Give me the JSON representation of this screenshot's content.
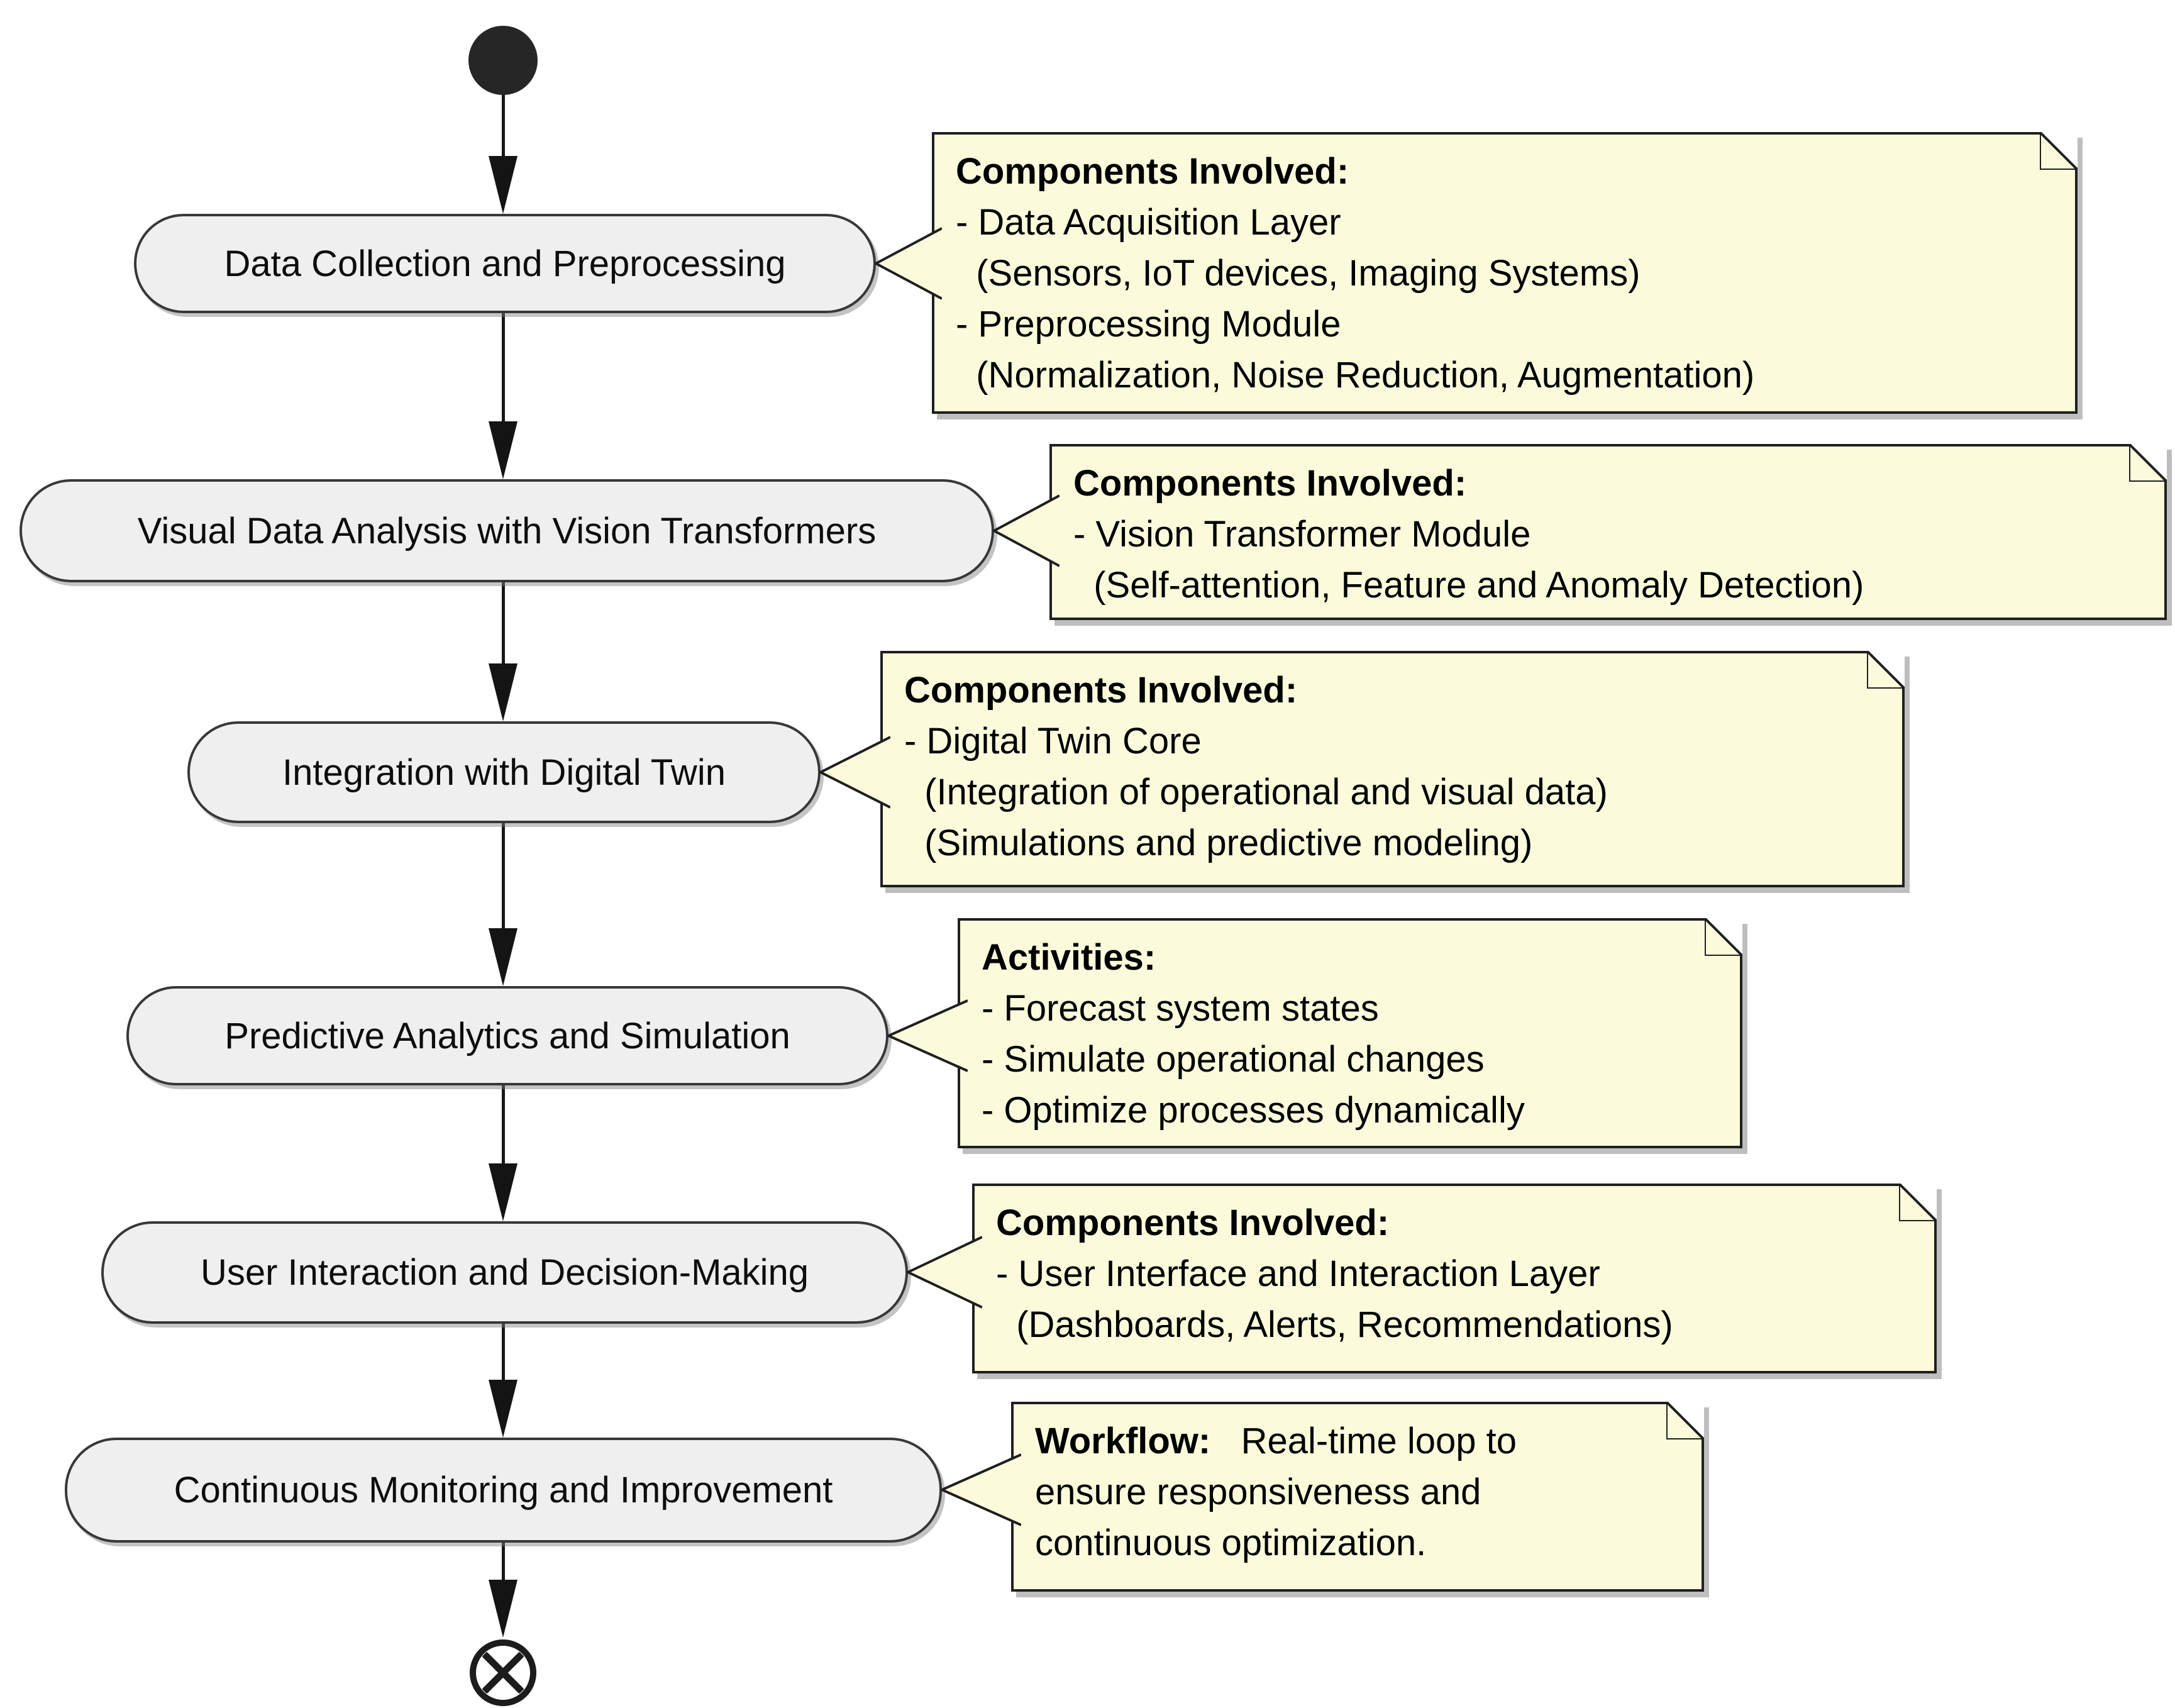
{
  "diagram": {
    "kind": "uml-activity-diagram",
    "start_node": "initial-node",
    "end_node": "flow-final-node",
    "flow_order": [
      "Data Collection and Preprocessing",
      "Visual Data Analysis with Vision Transformers",
      "Integration with Digital Twin",
      "Predictive Analytics and Simulation",
      "User Interaction and Decision-Making",
      "Continuous Monitoring and Improvement"
    ],
    "activities": [
      {
        "label": "Data Collection and Preprocessing"
      },
      {
        "label": "Visual Data Analysis with Vision Transformers"
      },
      {
        "label": "Integration with Digital Twin"
      },
      {
        "label": "Predictive Analytics and Simulation"
      },
      {
        "label": "User Interaction and Decision-Making"
      },
      {
        "label": "Continuous Monitoring and Improvement"
      }
    ],
    "notes": [
      {
        "attached_to": "Data Collection and Preprocessing",
        "lines": [
          {
            "b": "Components Involved:",
            "t": ""
          },
          {
            "t": "- Data Acquisition Layer"
          },
          {
            "t": "  (Sensors, IoT devices, Imaging Systems)"
          },
          {
            "t": "- Preprocessing Module"
          },
          {
            "t": "  (Normalization, Noise Reduction, Augmentation)"
          }
        ]
      },
      {
        "attached_to": "Visual Data Analysis with Vision Transformers",
        "lines": [
          {
            "b": "Components Involved:",
            "t": ""
          },
          {
            "t": "- Vision Transformer Module"
          },
          {
            "t": "  (Self-attention, Feature and Anomaly Detection)"
          }
        ]
      },
      {
        "attached_to": "Integration with Digital Twin",
        "lines": [
          {
            "b": "Components Involved:",
            "t": ""
          },
          {
            "t": "- Digital Twin Core"
          },
          {
            "t": "  (Integration of operational and visual data)"
          },
          {
            "t": "  (Simulations and predictive modeling)"
          }
        ]
      },
      {
        "attached_to": "Predictive Analytics and Simulation",
        "lines": [
          {
            "b": "Activities:",
            "t": ""
          },
          {
            "t": "- Forecast system states"
          },
          {
            "t": "- Simulate operational changes"
          },
          {
            "t": "- Optimize processes dynamically"
          }
        ]
      },
      {
        "attached_to": "User Interaction and Decision-Making",
        "lines": [
          {
            "b": "Components Involved:",
            "t": ""
          },
          {
            "t": "- User Interface and Interaction Layer"
          },
          {
            "t": "  (Dashboards, Alerts, Recommendations)"
          }
        ]
      },
      {
        "attached_to": "Continuous Monitoring and Improvement",
        "lines": [
          {
            "b": "Workflow:",
            "t": "   Real-time loop to"
          },
          {
            "t": "ensure responsiveness and"
          },
          {
            "t": "continuous optimization."
          }
        ]
      }
    ],
    "colors": {
      "note_fill": "#FBFBDC",
      "note_border": "#1F1F1F",
      "activity_fill": "#EFEFEF",
      "activity_border": "#383838",
      "arrow": "#141414",
      "background": "#FFFFFF"
    }
  }
}
